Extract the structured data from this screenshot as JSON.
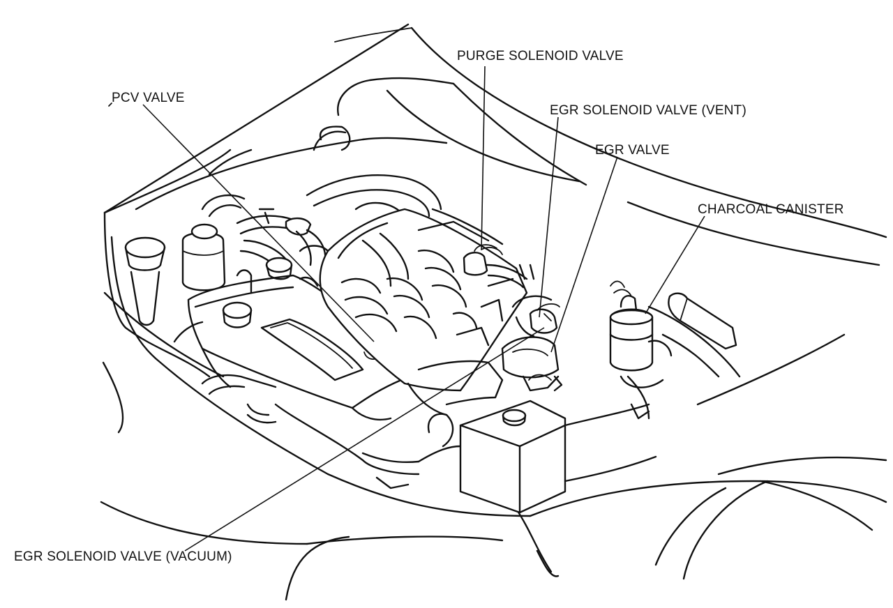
{
  "labels": {
    "purge_solenoid_valve": "PURGE SOLENOID VALVE",
    "pcv_valve": "PCV VALVE",
    "egr_solenoid_valve_vent": "EGR SOLENOID VALVE (VENT)",
    "egr_valve": "EGR VALVE",
    "charcoal_canister": "CHARCOAL CANISTER",
    "egr_solenoid_valve_vacuum": "EGR SOLENOID VALVE (VACUUM)"
  }
}
